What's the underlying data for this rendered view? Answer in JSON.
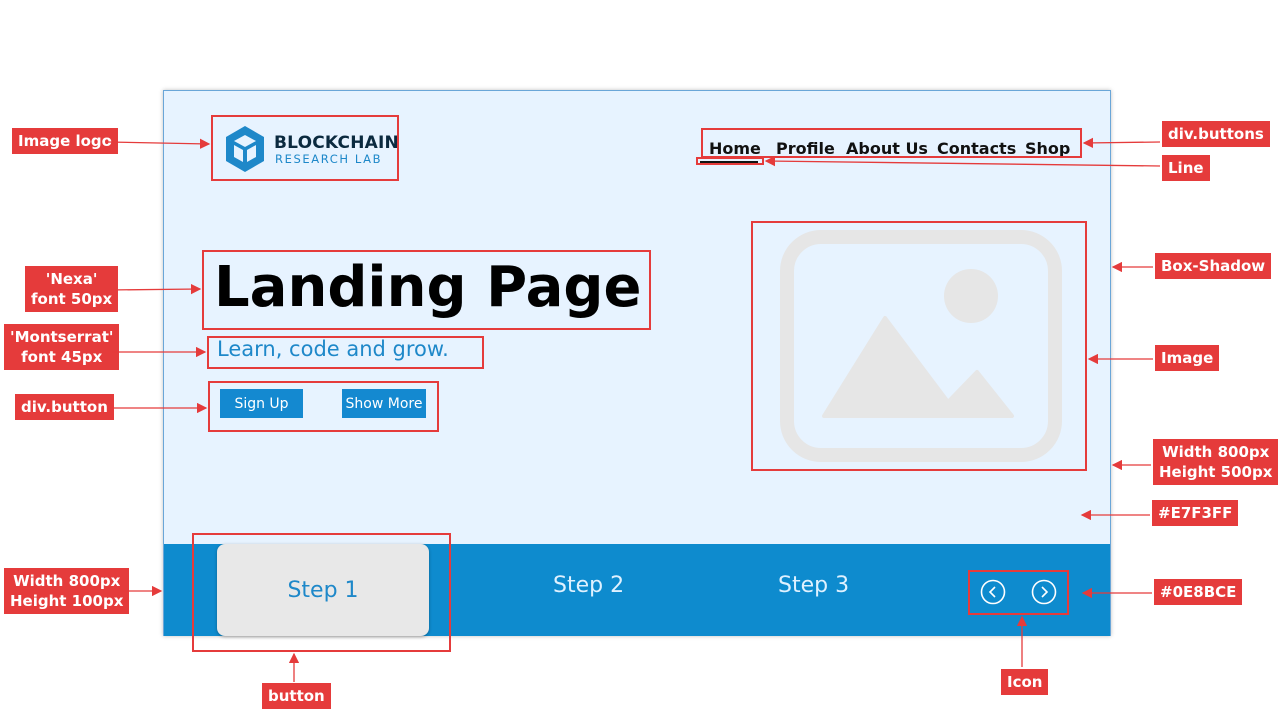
{
  "logo": {
    "name": "BLOCKCHAIN",
    "tagline": "RESEARCH LAB"
  },
  "nav": [
    "Home",
    "Profile",
    "About Us",
    "Contacts",
    "Shop"
  ],
  "hero": {
    "title": "Landing Page",
    "subtitle": "Learn, code and grow.",
    "buttons": [
      "Sign Up",
      "Show More"
    ]
  },
  "steps": [
    "Step 1",
    "Step 2",
    "Step 3"
  ],
  "annotations": {
    "image_logo": "Image logo",
    "nexa_font": "'Nexa'\nfont 50px",
    "montserrat_font": "'Montserrat'\nfont 45px",
    "div_button": "div.button",
    "footer_size": "Width 800px\nHeight 100px",
    "button": "button",
    "div_buttons": "div.buttons",
    "line": "Line",
    "box_shadow": "Box-Shadow",
    "image": "Image",
    "page_size": "Width 800px\nHeight 500px",
    "bg_color": "#E7F3FF",
    "footer_color": "#0E8BCE",
    "icon": "Icon"
  },
  "colors": {
    "background": "#E7F3FF",
    "footer": "#0E8BCE",
    "annotation": "#E53B3B"
  },
  "icons": [
    "cube-logo-icon",
    "image-placeholder-icon",
    "chevron-left-circle-icon",
    "chevron-right-circle-icon"
  ]
}
